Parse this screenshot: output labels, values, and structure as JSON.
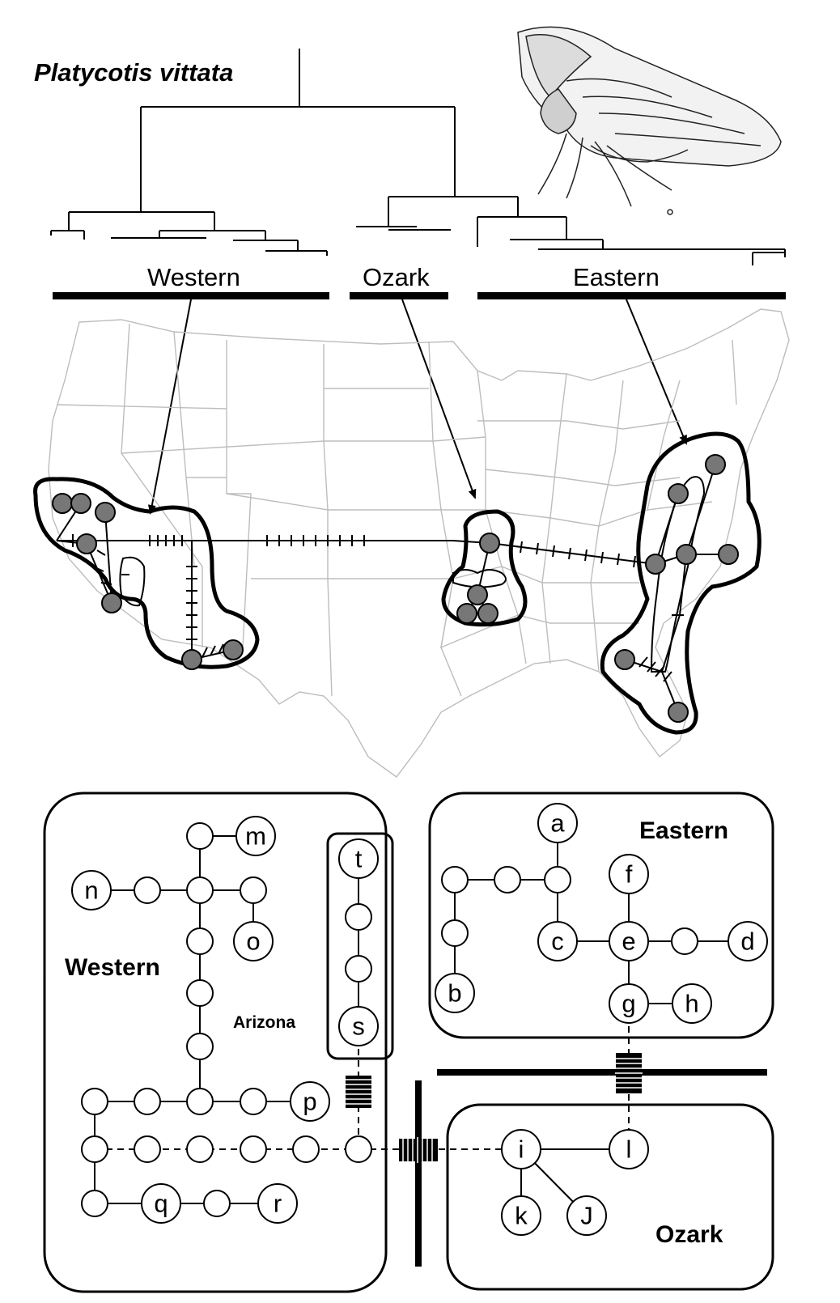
{
  "title": "Platycotis vittata",
  "clades": {
    "western": "Western",
    "ozark": "Ozark",
    "eastern": "Eastern"
  },
  "network": {
    "western_label": "Western",
    "arizona_label": "Arizona",
    "eastern_label": "Eastern",
    "ozark_label": "Ozark",
    "haplotypes": {
      "a": "a",
      "b": "b",
      "c": "c",
      "d": "d",
      "e": "e",
      "f": "f",
      "g": "g",
      "h": "h",
      "i": "i",
      "J": "J",
      "k": "k",
      "l": "l",
      "m": "m",
      "n": "n",
      "o": "o",
      "p": "p",
      "q": "q",
      "r": "r",
      "s": "s",
      "t": "t"
    }
  },
  "colors": {
    "site_fill": "#777777",
    "state_lines": "#bdbdbd",
    "ink": "#000000"
  }
}
